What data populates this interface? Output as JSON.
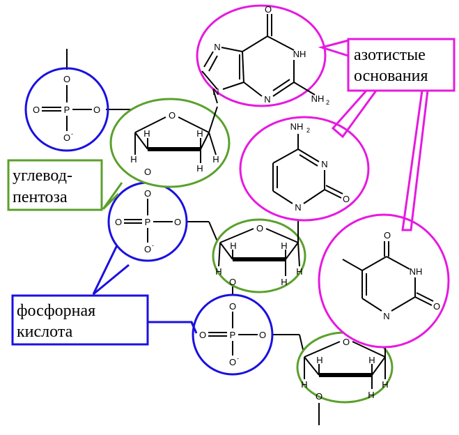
{
  "labels": {
    "nitrogenous_bases": [
      "азотистые",
      "основания"
    ],
    "sugar": [
      "углевод-",
      "пентоза"
    ],
    "phosphate": [
      "фосфорная",
      "кислота"
    ]
  },
  "atoms": {
    "O": "O",
    "P": "P",
    "N": "N",
    "H": "H",
    "NH": "NH",
    "NH2": "NH",
    "sub2": "2",
    "minus": "-"
  },
  "colors": {
    "phosphate": "#1a10e0",
    "sugar": "#5aa02c",
    "base": "#e619e0",
    "text": "#000000"
  }
}
